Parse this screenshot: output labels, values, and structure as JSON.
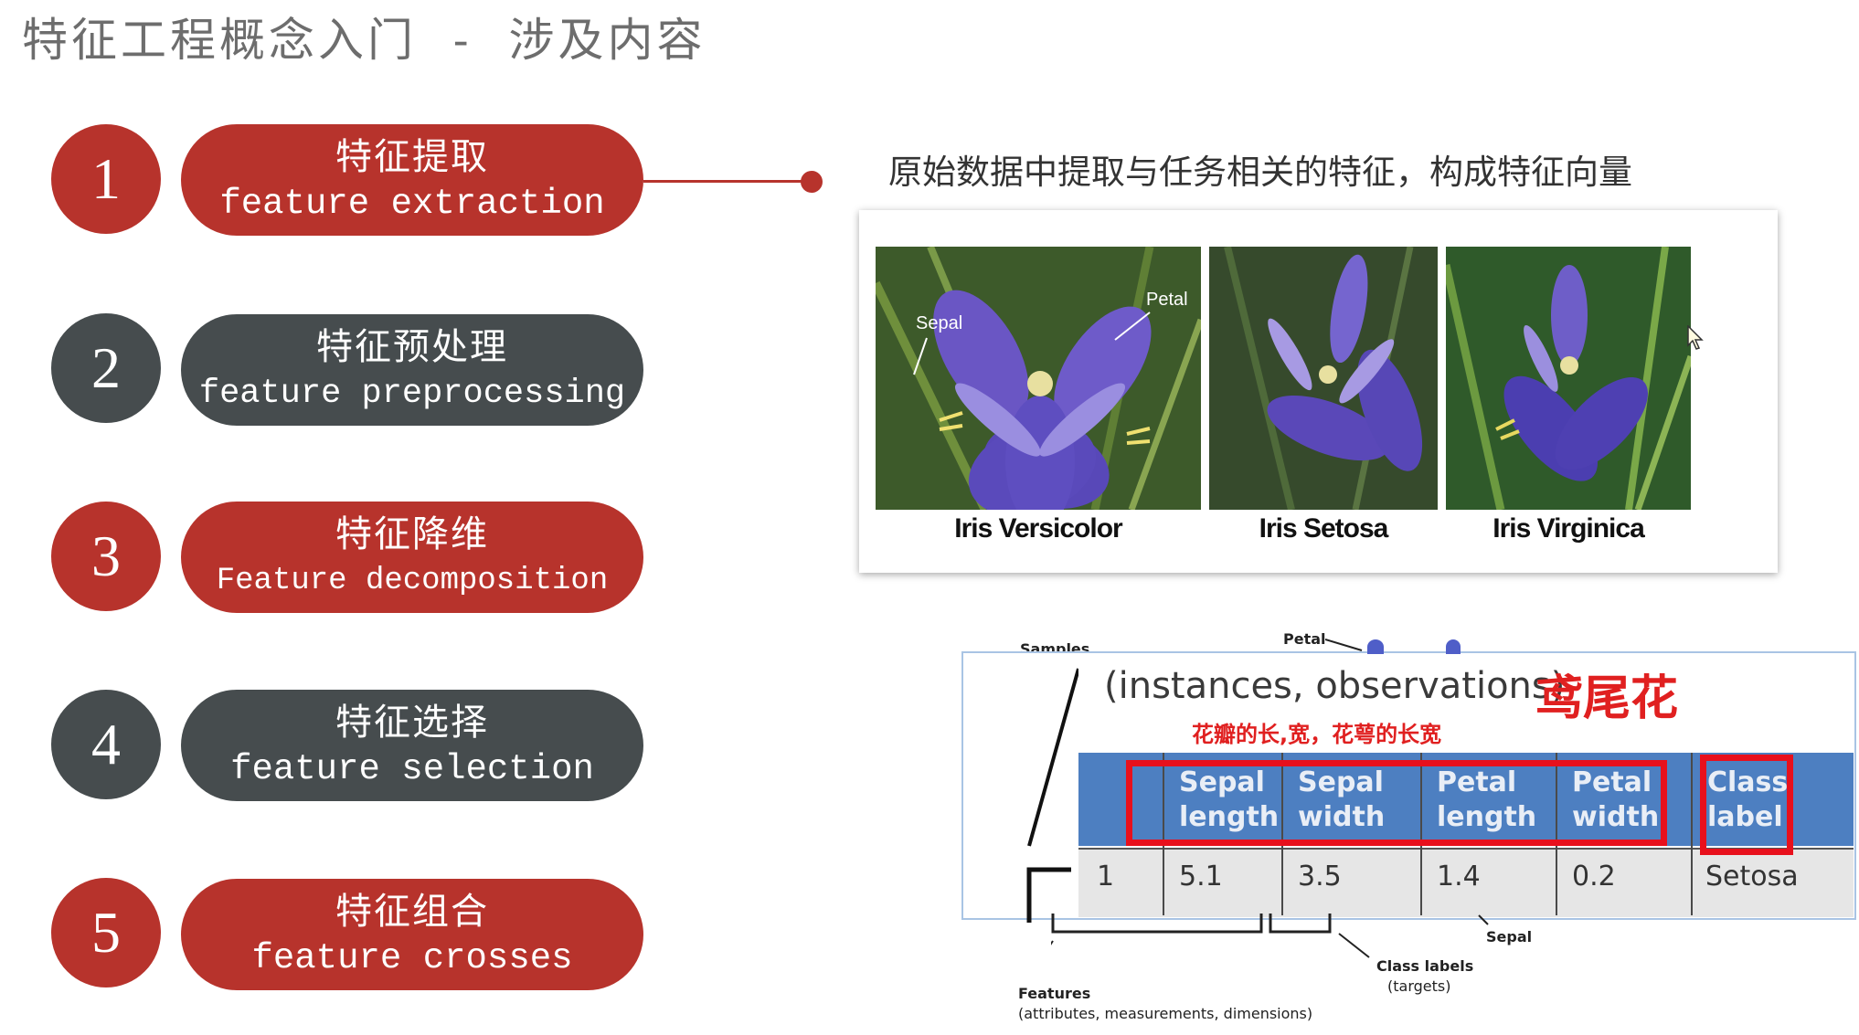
{
  "slide": {
    "title": "特征工程概念入门  -  涉及内容"
  },
  "items": [
    {
      "num": "1",
      "zh": "特征提取",
      "en": "feature extraction"
    },
    {
      "num": "2",
      "zh": "特征预处理",
      "en": "feature preprocessing"
    },
    {
      "num": "3",
      "zh": "特征降维",
      "en": "Feature decomposition"
    },
    {
      "num": "4",
      "zh": "特征选择",
      "en": "feature selection"
    },
    {
      "num": "5",
      "zh": "特征组合",
      "en": "feature crosses"
    }
  ],
  "extraction_desc": "原始数据中提取与任务相关的特征，构成特征向量",
  "iris_figure": {
    "names": [
      "Iris Versicolor",
      "Iris Setosa",
      "Iris Virginica"
    ],
    "sepal_label": "Sepal",
    "petal_label": "Petal"
  },
  "dataset_figure": {
    "samples_label": "Samples",
    "petal_label": "Petal",
    "samples_heading": "(instances, observations)",
    "iris_zh": "鸢尾花",
    "note_zh": "花瓣的长,宽，花萼的长宽",
    "headers": [
      [
        "Sepal",
        "length"
      ],
      [
        "Sepal",
        "width"
      ],
      [
        "Petal",
        "length"
      ],
      [
        "Petal",
        "width"
      ],
      [
        "Class",
        "label"
      ]
    ],
    "row": [
      "1",
      "5.1",
      "3.5",
      "1.4",
      "0.2",
      "Setosa"
    ],
    "sepal_label": "Sepal",
    "class_labels": "Class labels",
    "targets": "(targets)",
    "features": "Features",
    "features_sub": "(attributes, measurements, dimensions)"
  },
  "colors": {
    "accent_red": "#b7332c",
    "dark_gray": "#464c4e",
    "table_blue": "#4d7fc1",
    "highlight_red": "#e8101c"
  },
  "icons": [
    "mouse-pointer-icon"
  ]
}
